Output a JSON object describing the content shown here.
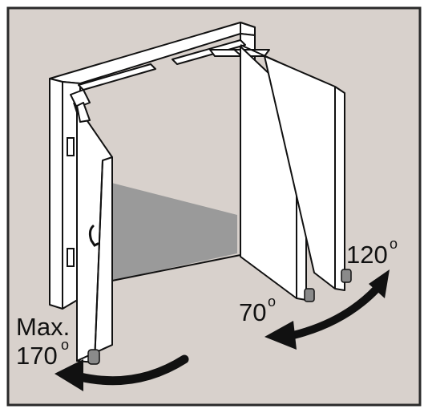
{
  "labels": {
    "max_line1": "Max.",
    "max_line2": "170",
    "max_degree": "o",
    "mid_value": "70",
    "mid_degree": "o",
    "right_value": "120",
    "right_degree": "o"
  },
  "colors": {
    "background": "#d8d1cc",
    "frame_border": "#2a2a2a",
    "panel_fill": "#ffffff",
    "floor_shadow": "#9a9a9a",
    "arrow": "#111111",
    "line": "#111111"
  },
  "icons": {
    "door_handle": "door-handle-icon",
    "door_stop": "door-stop-icon",
    "curved_arrow": "curved-arrow-icon"
  }
}
